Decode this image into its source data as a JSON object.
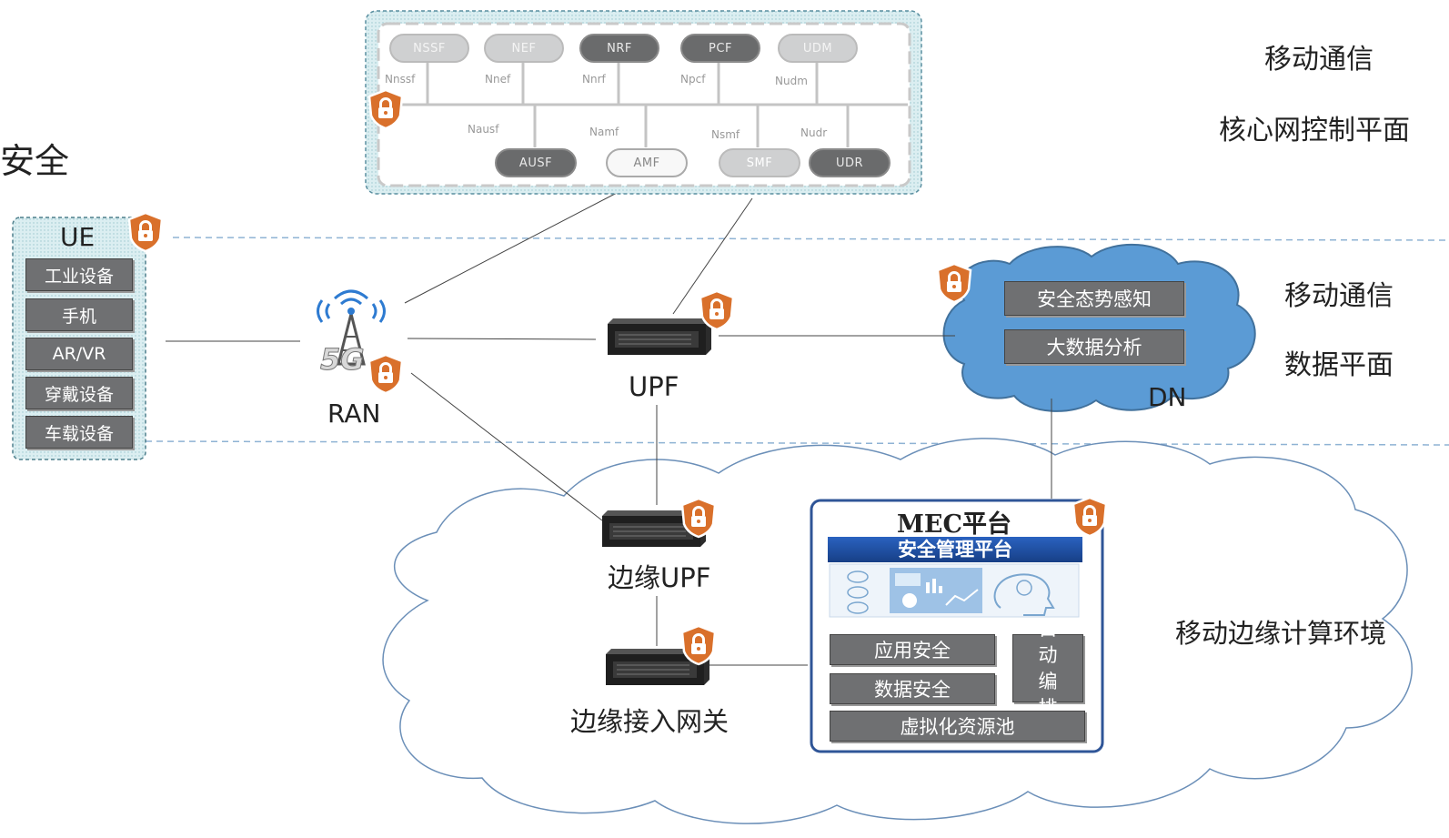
{
  "left_title": "安全",
  "right_labels": {
    "core_line1": "移动通信",
    "core_line2": "核心网控制平面",
    "data_line1": "移动通信",
    "data_line2": "数据平面",
    "edge": "移动边缘计算环境"
  },
  "core_network": {
    "top_nfs": [
      "NSSF",
      "NEF",
      "NRF",
      "PCF",
      "UDM"
    ],
    "top_interfaces": [
      "Nnssf",
      "Nnef",
      "Nnrf",
      "Npcf",
      "Nudm"
    ],
    "bottom_nfs": [
      "AUSF",
      "AMF",
      "SMF",
      "UDR"
    ],
    "bottom_interfaces": [
      "Nausf",
      "Namf",
      "Nsmf",
      "Nudr"
    ]
  },
  "ue": {
    "title": "UE",
    "devices": [
      "工业设备",
      "手机",
      "AR/VR",
      "穿戴设备",
      "车载设备"
    ]
  },
  "ran": {
    "label": "RAN",
    "badge": "5G"
  },
  "upf": {
    "label": "UPF"
  },
  "dn": {
    "label": "DN",
    "items": [
      "安全态势感知",
      "大数据分析"
    ]
  },
  "edge_upf": {
    "label": "边缘UPF"
  },
  "edge_gateway": {
    "label": "边缘接入网关"
  },
  "mec": {
    "title": "MEC平台",
    "banner": "安全管理平台",
    "app_security": "应用安全",
    "data_security": "数据安全",
    "orchestration": "自动编排",
    "resource_pool": "虚拟化资源池"
  },
  "colors": {
    "lock_orange": "#d9702b",
    "cloud_blue": "#5b9bd5",
    "cloud_outline": "#41719c",
    "mec_border": "#2f5597",
    "banner_blue": "#1f4e9c",
    "ue_fill": "#cfe4e8",
    "gray_box": "#6f7072"
  }
}
